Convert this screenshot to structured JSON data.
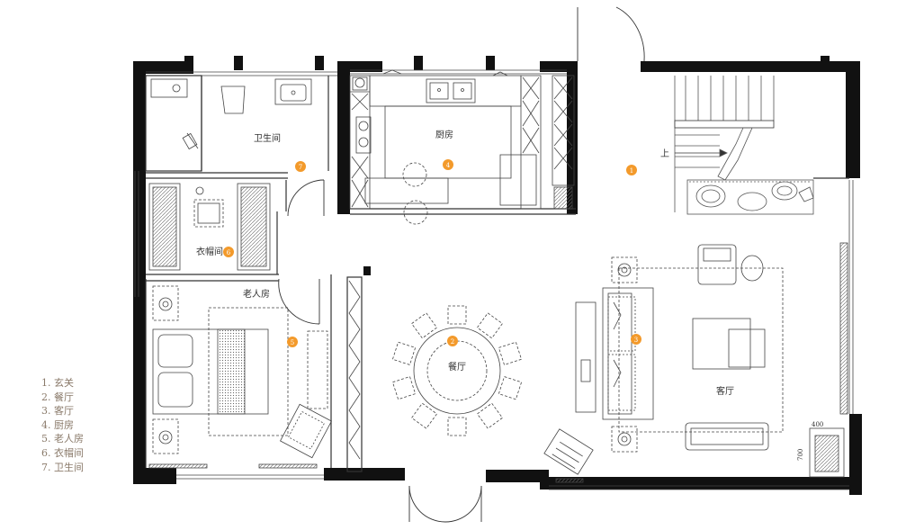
{
  "rooms": [
    {
      "id": "1",
      "name": "玄关"
    },
    {
      "id": "2",
      "name": "餐厅"
    },
    {
      "id": "3",
      "name": "客厅"
    },
    {
      "id": "4",
      "name": "厨房"
    },
    {
      "id": "5",
      "name": "老人房"
    },
    {
      "id": "6",
      "name": "衣帽间"
    },
    {
      "id": "7",
      "name": "卫生间"
    }
  ],
  "legend": [
    "1. 玄关",
    "2. 餐厅",
    "3. 客厅",
    "4. 厨房",
    "5. 老人房",
    "6. 衣帽间",
    "7. 卫生间"
  ],
  "annotations": {
    "stair_up": "上",
    "dim_400": "400",
    "dim_700": "700"
  },
  "colors": {
    "marker": "#f39a2b",
    "wall": "#111111",
    "line": "#444444",
    "legend": "#8a7a6a"
  }
}
